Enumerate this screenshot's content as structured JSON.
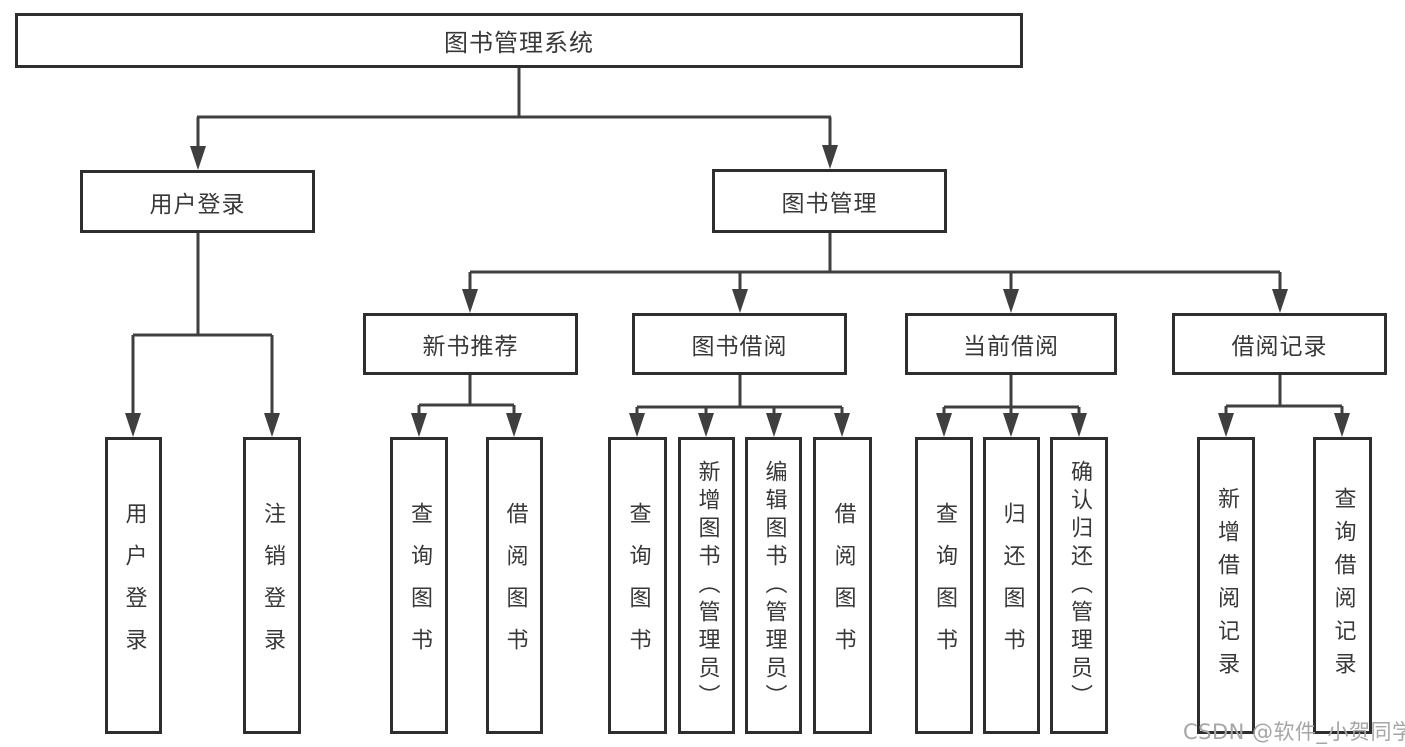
{
  "diagram_type": "hierarchy-tree",
  "tree": {
    "label": "图书管理系统",
    "children": [
      {
        "label": "用户登录",
        "children": [
          {
            "label": "用户登录"
          },
          {
            "label": "注销登录"
          }
        ]
      },
      {
        "label": "图书管理",
        "children": [
          {
            "label": "新书推荐",
            "children": [
              {
                "label": "查询图书"
              },
              {
                "label": "借阅图书"
              }
            ]
          },
          {
            "label": "图书借阅",
            "children": [
              {
                "label": "查询图书"
              },
              {
                "label": "新增图书（管理员）"
              },
              {
                "label": "编辑图书（管理员）"
              },
              {
                "label": "借阅图书"
              }
            ]
          },
          {
            "label": "当前借阅",
            "children": [
              {
                "label": "查询图书"
              },
              {
                "label": "归还图书"
              },
              {
                "label": "确认归还（管理员）"
              }
            ]
          },
          {
            "label": "借阅记录",
            "children": [
              {
                "label": "新增借阅记录"
              },
              {
                "label": "查询借阅记录"
              }
            ]
          }
        ]
      }
    ]
  },
  "watermark": {
    "text": "CSDN @软件_小贺同学"
  },
  "colors": {
    "background": "#ffffff",
    "box_border": "#2e2e2e",
    "line": "#3f3f3f",
    "text": "#383838",
    "watermark": "#a6a6a6"
  }
}
